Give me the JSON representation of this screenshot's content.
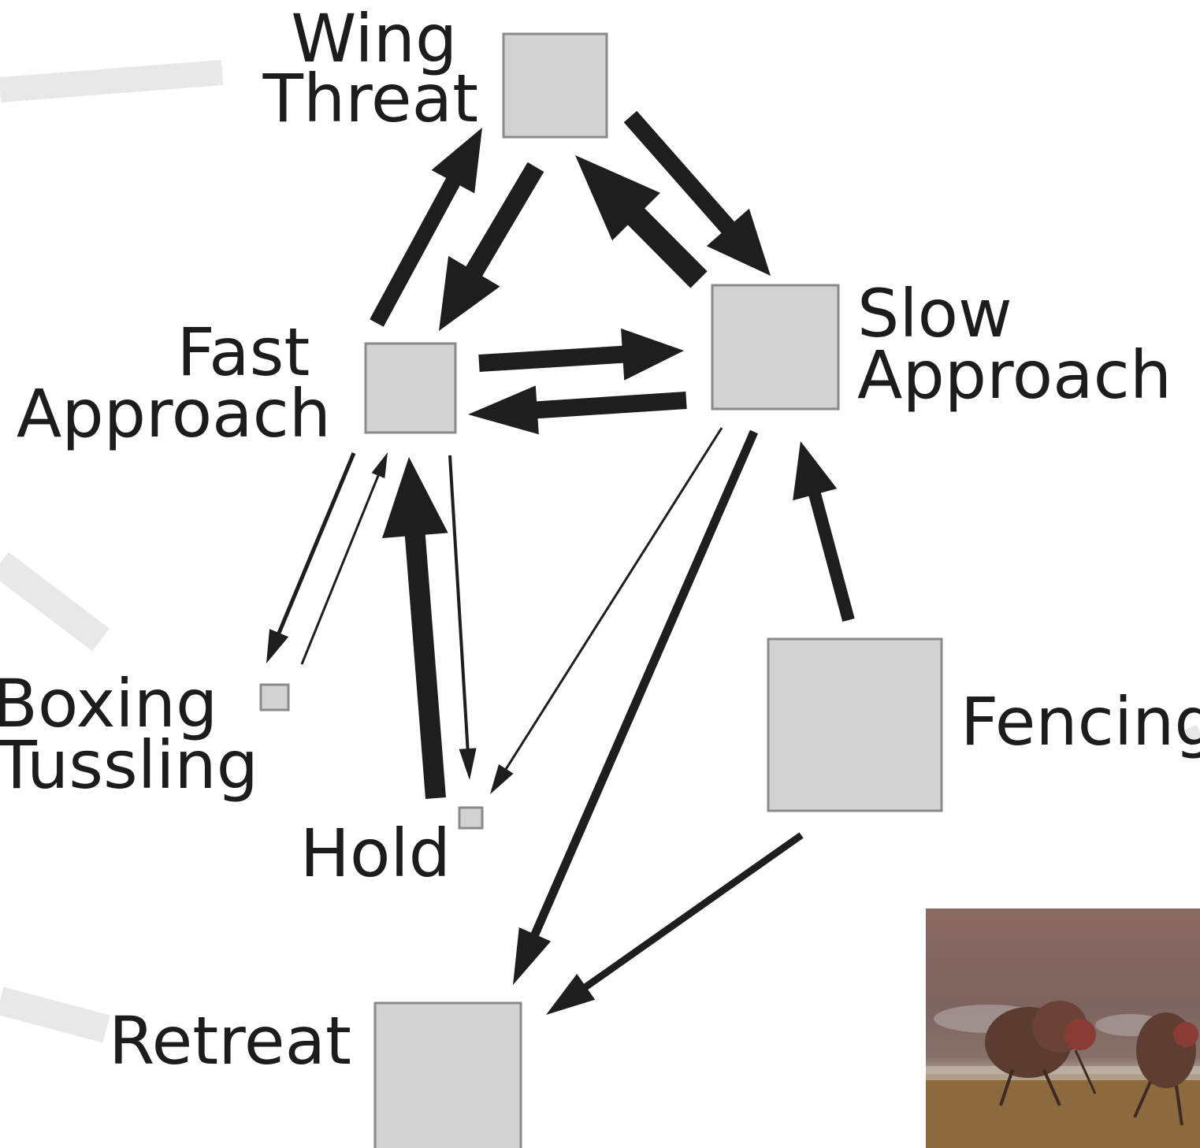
{
  "diagram": {
    "states": [
      {
        "id": "wing-threat",
        "lines": [
          "Wing",
          "Threat"
        ]
      },
      {
        "id": "slow-approach",
        "lines": [
          "Slow",
          "Approach"
        ]
      },
      {
        "id": "fast-approach",
        "lines": [
          "Fast",
          "Approach"
        ]
      },
      {
        "id": "boxing-tussling",
        "lines": [
          "Boxing",
          "Tussling"
        ]
      },
      {
        "id": "hold",
        "lines": [
          "Hold"
        ]
      },
      {
        "id": "fencing",
        "lines": [
          "Fencing"
        ]
      },
      {
        "id": "retreat",
        "lines": [
          "Retreat"
        ]
      }
    ],
    "transitions": [
      {
        "from": "fast-approach",
        "to": "wing-threat"
      },
      {
        "from": "wing-threat",
        "to": "fast-approach"
      },
      {
        "from": "wing-threat",
        "to": "slow-approach"
      },
      {
        "from": "slow-approach",
        "to": "wing-threat"
      },
      {
        "from": "fast-approach",
        "to": "slow-approach"
      },
      {
        "from": "slow-approach",
        "to": "fast-approach"
      },
      {
        "from": "fast-approach",
        "to": "boxing-tussling"
      },
      {
        "from": "boxing-tussling",
        "to": "fast-approach"
      },
      {
        "from": "hold",
        "to": "fast-approach"
      },
      {
        "from": "fast-approach",
        "to": "hold"
      },
      {
        "from": "slow-approach",
        "to": "hold"
      },
      {
        "from": "slow-approach",
        "to": "retreat"
      },
      {
        "from": "fencing",
        "to": "slow-approach"
      },
      {
        "from": "fencing",
        "to": "retreat"
      }
    ],
    "colors": {
      "box_fill": "#d2d2d2",
      "box_stroke": "#8a8a8a",
      "arrow": "#1e1e1e",
      "text": "#1c1c1c",
      "decoration": "#e8e8e8"
    }
  },
  "photo": {
    "subject": "two-flies-photo"
  }
}
